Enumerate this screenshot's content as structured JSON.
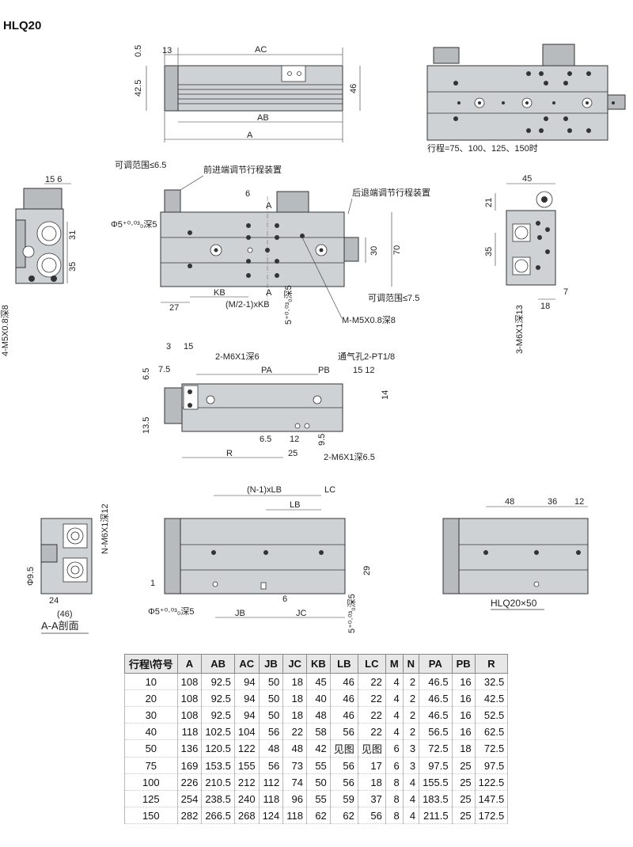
{
  "model": "HLQ20",
  "dims": {
    "d05": "0.5",
    "d13": "13",
    "dAC": "AC",
    "d425": "42.5",
    "d46": "46",
    "dAB": "AB",
    "dA": "A",
    "strokeNote": "行程=75、100、125、150时",
    "adjust65": "可调范围≤6.5",
    "frontAdjust": "前进端调节行程装置",
    "rearAdjust": "后退端调节行程装置",
    "d156": "15 6",
    "d31": "31",
    "d35": "35",
    "m5x08_4": "4-M5X0.8深8",
    "phi5": "Φ5⁺⁰·⁰³₀深5",
    "d6": "6",
    "secA": "A",
    "d30": "30",
    "d70": "70",
    "d27": "27",
    "dKB": "KB",
    "dM2KB": "(M/2-1)xKB",
    "depth5": "5⁺⁰·⁰³₀深5",
    "adjust75": "可调范围≤7.5",
    "mM5": "M-M5X0.8深8",
    "d45": "45",
    "d21": "21",
    "d35b": "35",
    "m6x13": "3-M6X1深13",
    "d18": "18",
    "d7": "7",
    "d3": "3",
    "d15": "15",
    "d65": "6.5",
    "d75": "7.5",
    "m6x6": "2-M6X1深6",
    "dPA": "PA",
    "dPB": "PB",
    "vent": "通气孔2-PT1/8",
    "d1512": "15 12",
    "d14": "14",
    "d135": "13.5",
    "d65b": "6.5",
    "d12": "12",
    "d95": "9.5",
    "d25": "25",
    "dR": "R",
    "m6x65": "2-M6X1深6.5",
    "mN": "N-M6X1深12",
    "phi95": "Φ9.5",
    "d24": "24",
    "d46p": "(46)",
    "secAA": "A-A剖面",
    "dN1LB": "(N-1)xLB",
    "dLB": "LB",
    "dLC": "LC",
    "d29": "29",
    "d1": "1",
    "d6b": "6",
    "phi5b": "Φ5⁺⁰·⁰³₀深5",
    "dJB": "JB",
    "dJC": "JC",
    "depth5b": "5⁺⁰·⁰³₀深5",
    "d48": "48",
    "d36": "36",
    "d12b": "12",
    "hlq2050": "HLQ20×50"
  },
  "table": {
    "headers": [
      "行程\\符号",
      "A",
      "AB",
      "AC",
      "JB",
      "JC",
      "KB",
      "LB",
      "LC",
      "M",
      "N",
      "PA",
      "PB",
      "R"
    ],
    "rows": [
      [
        "10",
        "108",
        "92.5",
        "94",
        "50",
        "18",
        "45",
        "46",
        "22",
        "4",
        "2",
        "46.5",
        "16",
        "32.5"
      ],
      [
        "20",
        "108",
        "92.5",
        "94",
        "50",
        "18",
        "40",
        "46",
        "22",
        "4",
        "2",
        "46.5",
        "16",
        "42.5"
      ],
      [
        "30",
        "108",
        "92.5",
        "94",
        "50",
        "18",
        "48",
        "46",
        "22",
        "4",
        "2",
        "46.5",
        "16",
        "52.5"
      ],
      [
        "40",
        "118",
        "102.5",
        "104",
        "56",
        "22",
        "58",
        "56",
        "22",
        "4",
        "2",
        "56.5",
        "16",
        "62.5"
      ],
      [
        "50",
        "136",
        "120.5",
        "122",
        "48",
        "48",
        "42",
        "见图",
        "见图",
        "6",
        "3",
        "72.5",
        "18",
        "72.5"
      ],
      [
        "75",
        "169",
        "153.5",
        "155",
        "56",
        "73",
        "55",
        "56",
        "17",
        "6",
        "3",
        "97.5",
        "25",
        "97.5"
      ],
      [
        "100",
        "226",
        "210.5",
        "212",
        "112",
        "74",
        "50",
        "56",
        "18",
        "8",
        "4",
        "155.5",
        "25",
        "122.5"
      ],
      [
        "125",
        "254",
        "238.5",
        "240",
        "118",
        "96",
        "55",
        "59",
        "37",
        "8",
        "4",
        "183.5",
        "25",
        "147.5"
      ],
      [
        "150",
        "282",
        "266.5",
        "268",
        "124",
        "118",
        "62",
        "62",
        "56",
        "8",
        "4",
        "211.5",
        "25",
        "172.5"
      ]
    ]
  }
}
